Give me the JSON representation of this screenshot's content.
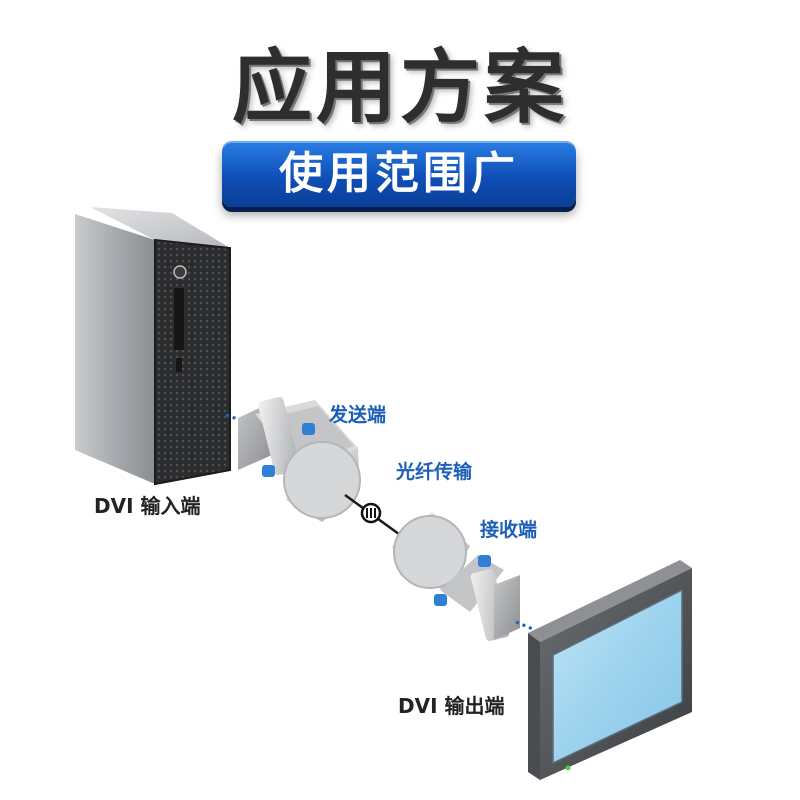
{
  "headline": "应用方案",
  "banner": "使用范围广",
  "labels": {
    "sender": "发送端",
    "fiber": "光纤传输",
    "receiver": "接收端",
    "dvi_input": "DVI 输入端",
    "dvi_output": "DVI 输出端"
  },
  "colors": {
    "banner_blue": "#0f4fb8",
    "label_blue": "#1d5fb6",
    "headline_dark": "#2e2e2e"
  }
}
